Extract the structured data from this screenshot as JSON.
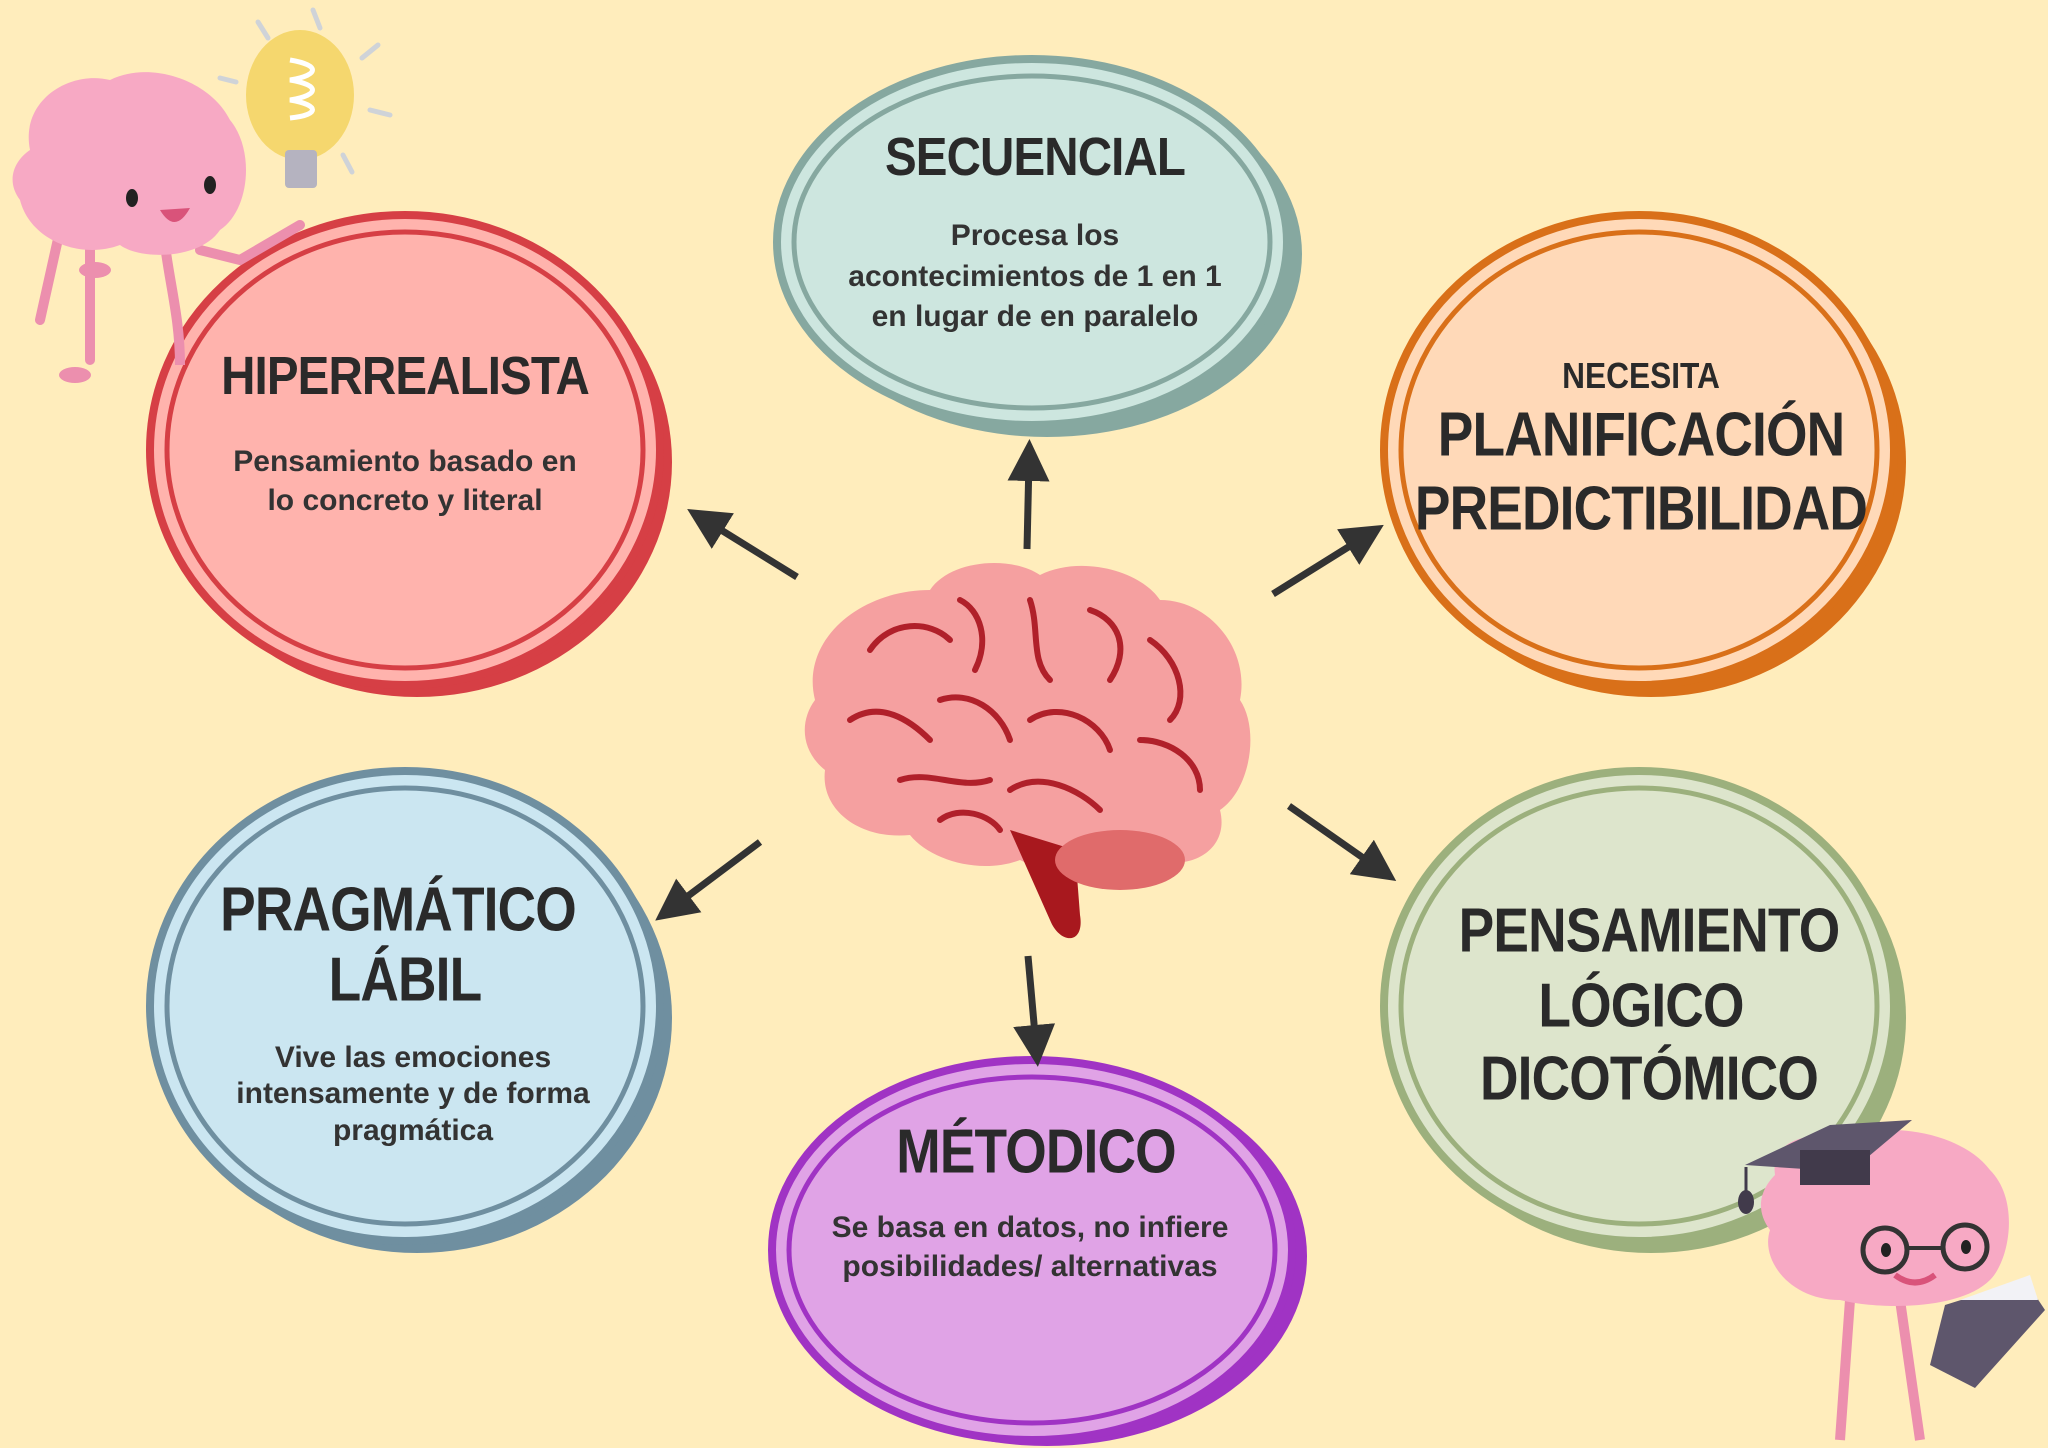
{
  "colors": {
    "background": "#ffedbc",
    "hiperrealista": {
      "fill": "#ffb3ad",
      "border": "#d63f45"
    },
    "secuencial": {
      "fill": "#cde6df",
      "border": "#86a8a0"
    },
    "planificacion": {
      "fill": "#ffd9b8",
      "border": "#d97019"
    },
    "pragmatico": {
      "fill": "#cbe6f1",
      "border": "#6f8fa0"
    },
    "metodico": {
      "fill": "#e0a3e6",
      "border": "#a033c4"
    },
    "logico": {
      "fill": "#dde5cc",
      "border": "#9cb07d"
    }
  },
  "nodes": {
    "hiperrealista": {
      "title": "HIPERREALISTA",
      "lines": [
        "Pensamiento basado en",
        "lo concreto y literal"
      ]
    },
    "secuencial": {
      "title": "SECUENCIAL",
      "lines": [
        "Procesa los",
        "acontecimientos de 1 en 1",
        "en lugar de en paralelo"
      ]
    },
    "planificacion": {
      "pre": "NECESITA",
      "titles": [
        "PLANIFICACIÓN",
        "PREDICTIBILIDAD"
      ]
    },
    "pragmatico": {
      "titles": [
        "PRAGMÁTICO",
        "LÁBIL"
      ],
      "lines": [
        "Vive las emociones",
        "intensamente y de forma",
        "pragmática"
      ]
    },
    "metodico": {
      "title": "MÉTODICO",
      "lines": [
        "Se basa en datos, no infiere",
        "posibilidades/ alternativas"
      ]
    },
    "logico": {
      "titles": [
        "PENSAMIENTO",
        "LÓGICO",
        "DICOTÓMICO"
      ]
    }
  }
}
